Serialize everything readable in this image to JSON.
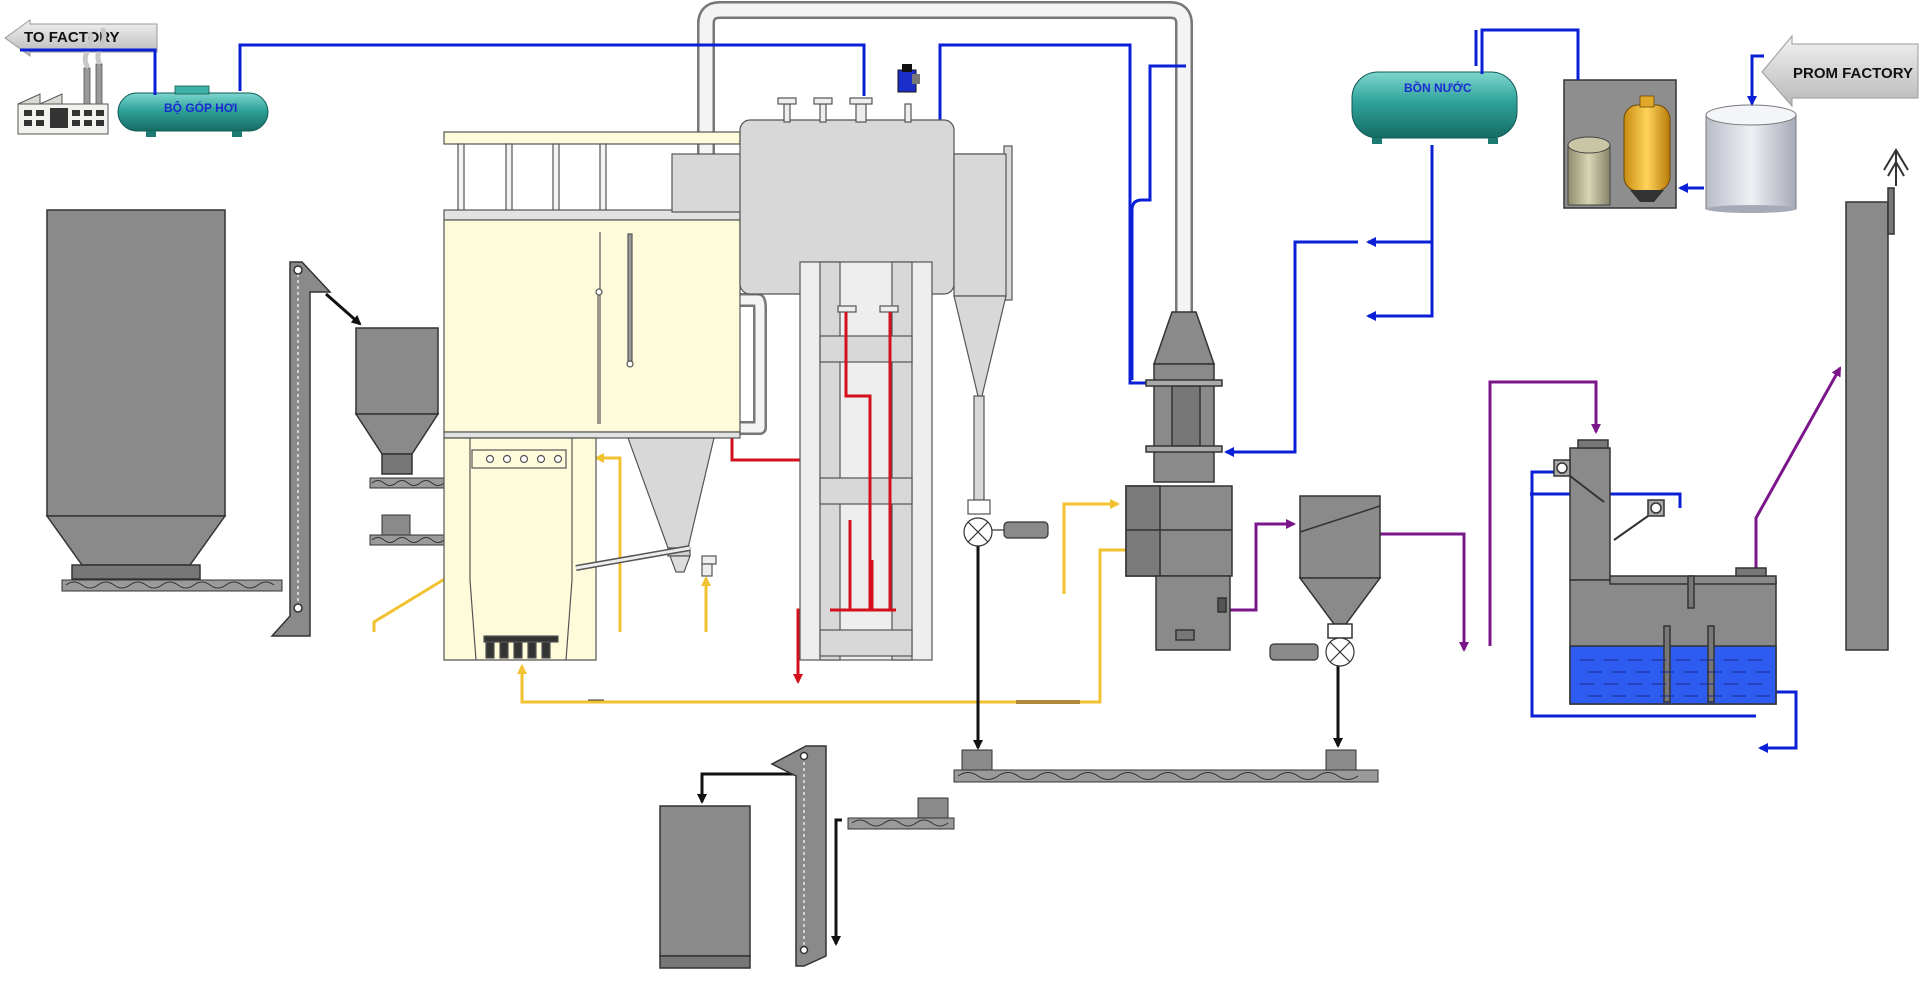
{
  "labels": {
    "to_factory": "TO FACTORY",
    "from_factory": "PROM FACTORY",
    "steam_header": "BỘ GÓP HƠI",
    "water_tank": "BỒN NƯỚC"
  },
  "colors": {
    "water_line": "#0a1fd6",
    "hot_air_line": "#f2c230",
    "flue_line": "#d4101c",
    "ash_line": "#111111",
    "exhaust_line": "#7a1689",
    "equipment_gray": "#8a8a8a",
    "boiler_body": "#fdfbd9",
    "tank_teal": "#2fa39a",
    "water_fill": "#2f5cf0"
  }
}
